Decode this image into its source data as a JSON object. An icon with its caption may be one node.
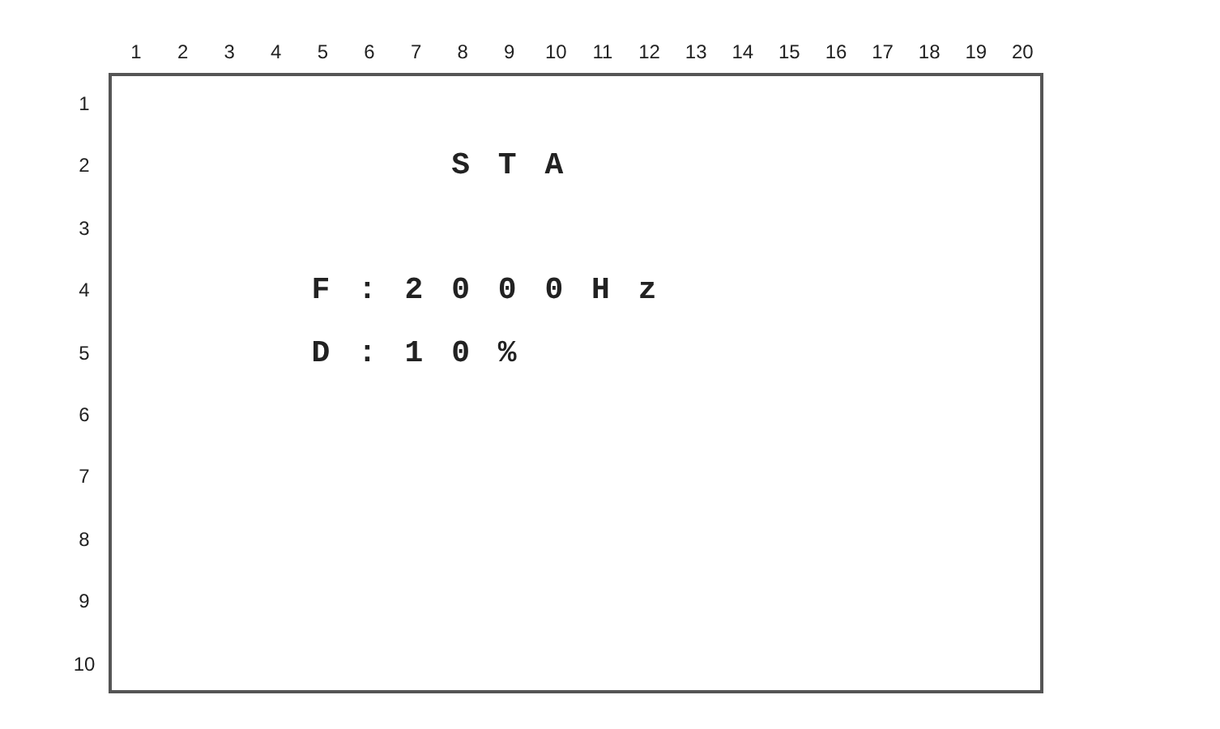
{
  "diagram": {
    "nodes": [
      {
        "text": [
          "S T A",
          "F : 2 0 0 0 H z",
          "D : 1 0 %"
        ]
      }
    ],
    "labels": [
      "1",
      "2",
      "3",
      "4",
      "5",
      "6",
      "7",
      "8",
      "9",
      "10",
      "11",
      "12",
      "13",
      "14",
      "15",
      "16",
      "17",
      "18",
      "19",
      "20",
      "1",
      "2",
      "3",
      "4",
      "5",
      "6",
      "7",
      "8",
      "9",
      "10"
    ]
  }
}
